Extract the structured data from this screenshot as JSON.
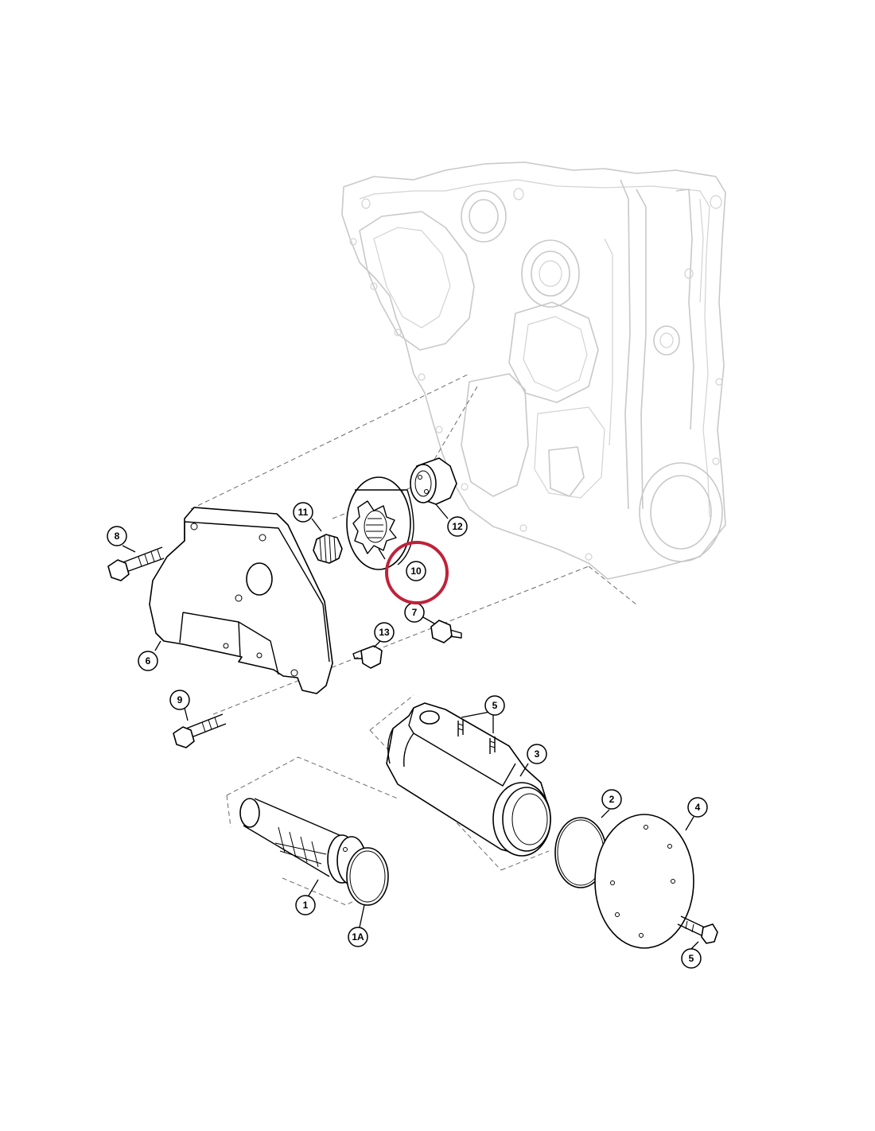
{
  "diagram": {
    "highlight_color": "#c0213a",
    "highlighted_callout": "10",
    "callouts": {
      "c1": "1",
      "c1a": "1A",
      "c2": "2",
      "c3": "3",
      "c4": "4",
      "c5a": "5",
      "c5b": "5",
      "c6": "6",
      "c7": "7",
      "c8": "8",
      "c9": "9",
      "c10": "10",
      "c11": "11",
      "c12": "12",
      "c13": "13"
    }
  }
}
